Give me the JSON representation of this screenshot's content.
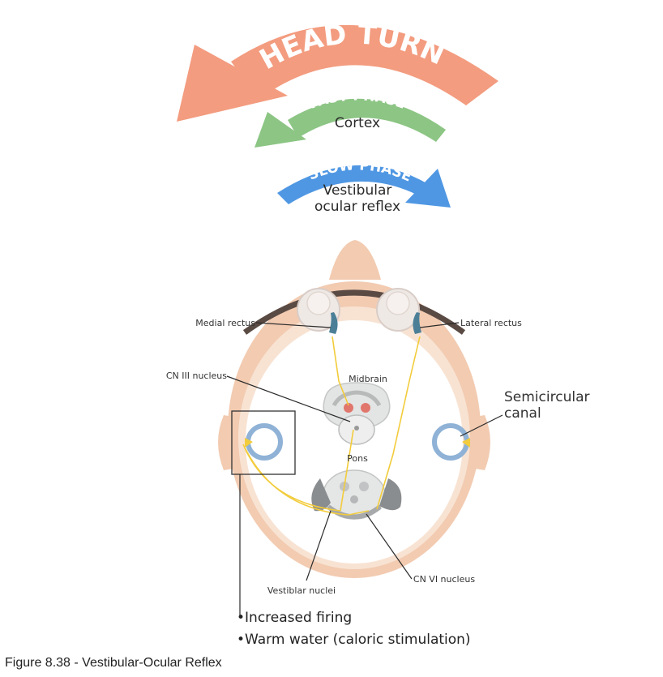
{
  "arrows": {
    "head_turn": {
      "label": "HEAD TURN",
      "color": "#f39c7f"
    },
    "fast_phase": {
      "label": "FAST PHASE",
      "sub": "Cortex",
      "color": "#8cc584"
    },
    "slow_phase": {
      "label": "SLOW PHASE",
      "sub_line1": "Vestibular",
      "sub_line2": "ocular reflex",
      "color": "#4f97e3"
    }
  },
  "labels": {
    "medial_rectus": "Medial rectus",
    "lateral_rectus": "Lateral rectus",
    "cn3_nucleus": "CN III nucleus",
    "midbrain": "Midbrain",
    "pons": "Pons",
    "semicircular_line1": "Semicircular",
    "semicircular_line2": "canal",
    "vestibular_nuclei": "Vestiblar nuclei",
    "cn6_nucleus": "CN VI nucleus"
  },
  "notes": {
    "bullet1": "•Increased firing",
    "bullet2": "•Warm water (caloric stimulation)"
  },
  "caption": "Figure 8.38 - Vestibular-Ocular Reflex",
  "colors": {
    "skin_outer": "#f2cbb1",
    "skin_inner": "#f8e3d3",
    "nerve": "#f2cc3c",
    "canal": "#8fb2d6",
    "brain_gray": "#cfd0d0",
    "dark_gray": "#7a7d80",
    "nucleus_red": "#e0766c"
  }
}
